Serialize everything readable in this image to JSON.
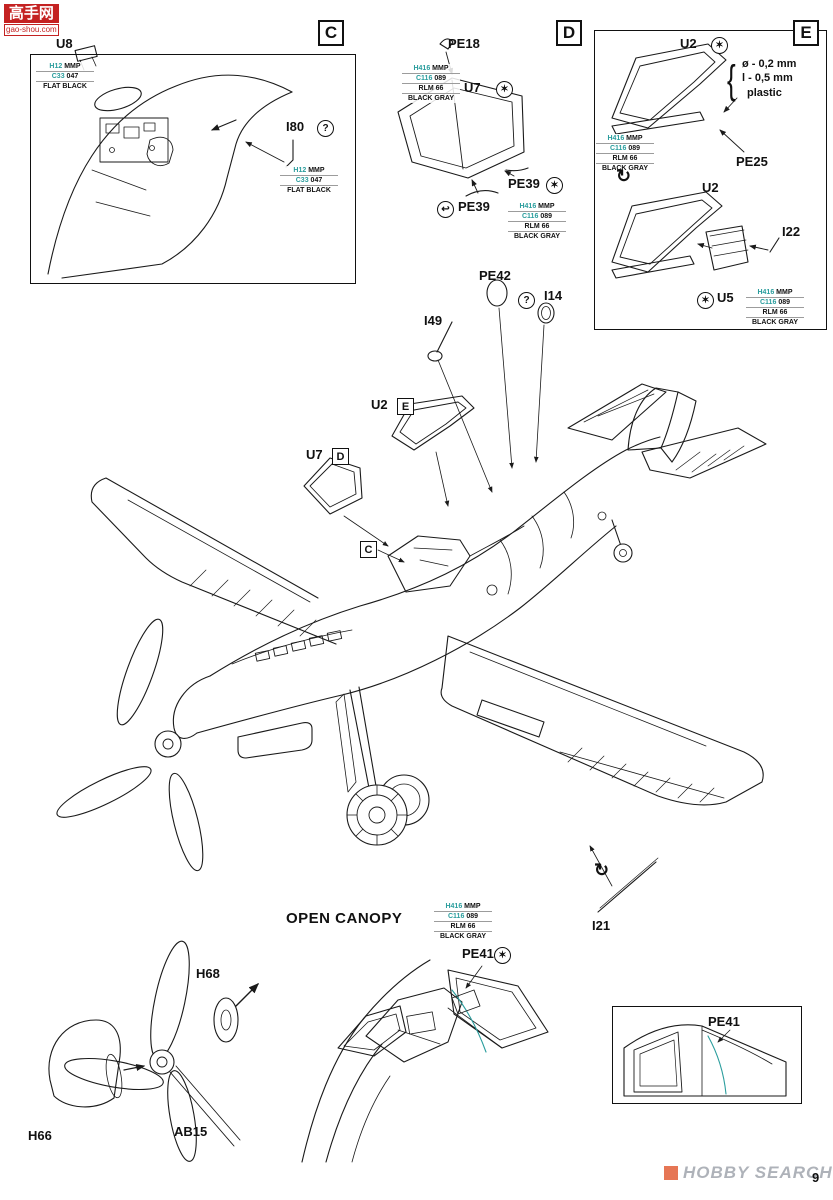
{
  "page_number": "9",
  "watermarks": {
    "top_title": "高手网",
    "top_url": "gao-shou.com",
    "bottom_brand": "HOBBY SEARCH"
  },
  "icons": {
    "star": "✶",
    "question": "?",
    "rotate": "↻",
    "bend": "↩",
    "brace": "{"
  },
  "sections": {
    "c": "C",
    "d": "D",
    "e": "E"
  },
  "paints": {
    "flat_black": {
      "c1": "H12",
      "c1b": "MMP",
      "c2": "C33",
      "c2b": "047",
      "name": "FLAT BLACK"
    },
    "rlm66": {
      "c1": "H416",
      "c1b": "MMP",
      "c2": "C116",
      "c2b": "089",
      "name": "RLM 66",
      "name2": "BLACK GRAY"
    }
  },
  "parts": {
    "u8": "U8",
    "i80": "I80",
    "pe18": "PE18",
    "u7": "U7",
    "pe39": "PE39",
    "u2": "U2",
    "pe25": "PE25",
    "i22": "I22",
    "u5": "U5",
    "pe42": "PE42",
    "i49": "I49",
    "i14": "I14",
    "i21": "I21",
    "pe41": "PE41",
    "h68": "H68",
    "h66": "H66",
    "ab15": "AB15"
  },
  "notes": {
    "open_canopy": "OPEN CANOPY",
    "diameter": "ø - 0,2 mm",
    "length": "l - 0,5 mm",
    "material": "plastic"
  }
}
